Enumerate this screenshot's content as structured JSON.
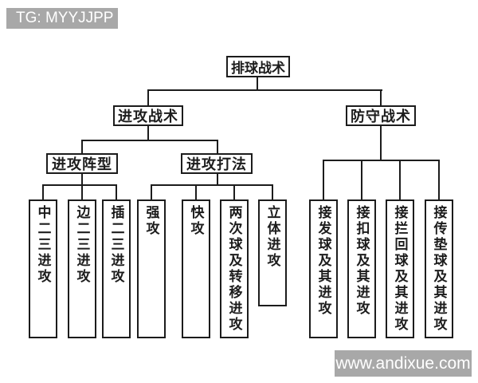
{
  "watermarks": {
    "top_left": "TG: MYYJJPP",
    "bottom_right": "www.andixue.com"
  },
  "colors": {
    "line": "#1c1c1c",
    "node_border": "#1c1c1c",
    "node_bg": "#ffffff",
    "watermark_bg": "#a8a8a8",
    "watermark_text": "#ffffff",
    "background": "#ffffff"
  },
  "diagram": {
    "type": "tree",
    "root": "排球战术",
    "offense": {
      "label": "进攻战术",
      "formation": {
        "label": "进攻阵型",
        "children": [
          "中二三进攻",
          "边二三进攻",
          "插二三进攻"
        ]
      },
      "playstyle": {
        "label": "进攻打法",
        "children": [
          "强攻",
          "快攻",
          "两次球及转移进攻",
          "立体进攻"
        ]
      }
    },
    "defense": {
      "label": "防守战术",
      "children": [
        "接发球及其进攻",
        "接扣球及其进攻",
        "接拦回球及其进攻",
        "接传垫球及其进攻"
      ]
    }
  }
}
